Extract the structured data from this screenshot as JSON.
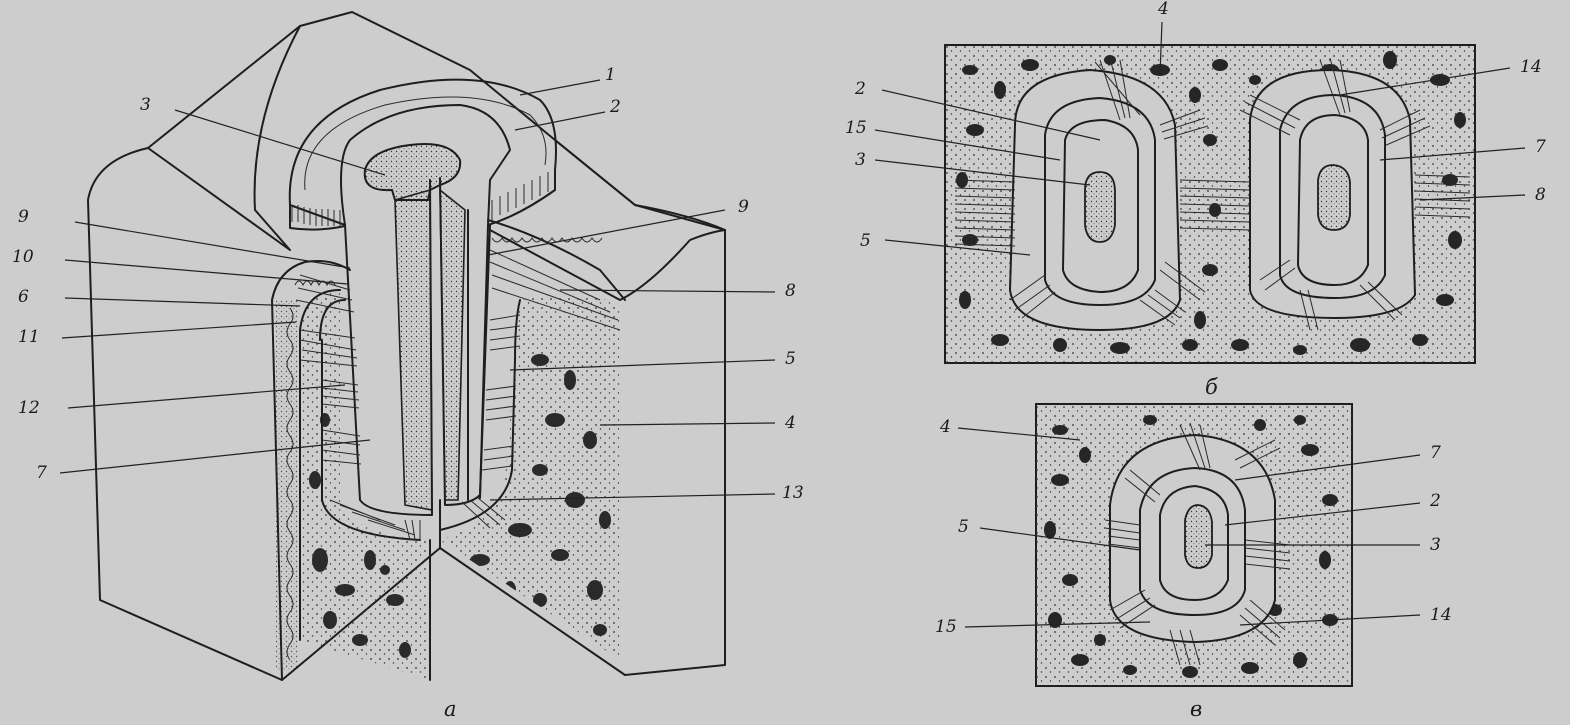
{
  "figure_a": {
    "caption": "а",
    "labels": [
      {
        "id": "a-1",
        "text": "1"
      },
      {
        "id": "a-2",
        "text": "2"
      },
      {
        "id": "a-3",
        "text": "3"
      },
      {
        "id": "a-9l",
        "text": "9"
      },
      {
        "id": "a-10",
        "text": "10"
      },
      {
        "id": "a-6",
        "text": "6"
      },
      {
        "id": "a-11",
        "text": "11"
      },
      {
        "id": "a-12",
        "text": "12"
      },
      {
        "id": "a-7",
        "text": "7"
      },
      {
        "id": "a-9r",
        "text": "9"
      },
      {
        "id": "a-8",
        "text": "8"
      },
      {
        "id": "a-5",
        "text": "5"
      },
      {
        "id": "a-4",
        "text": "4"
      },
      {
        "id": "a-13",
        "text": "13"
      }
    ]
  },
  "figure_b": {
    "caption": "б",
    "labels": [
      {
        "id": "b-4",
        "text": "4"
      },
      {
        "id": "b-14",
        "text": "14"
      },
      {
        "id": "b-2",
        "text": "2"
      },
      {
        "id": "b-15",
        "text": "15"
      },
      {
        "id": "b-3",
        "text": "3"
      },
      {
        "id": "b-5",
        "text": "5"
      },
      {
        "id": "b-7",
        "text": "7"
      },
      {
        "id": "b-8",
        "text": "8"
      }
    ]
  },
  "figure_c": {
    "caption": "в",
    "labels": [
      {
        "id": "c-4",
        "text": "4"
      },
      {
        "id": "c-7",
        "text": "7"
      },
      {
        "id": "c-2",
        "text": "2"
      },
      {
        "id": "c-5",
        "text": "5"
      },
      {
        "id": "c-3",
        "text": "3"
      },
      {
        "id": "c-15",
        "text": "15"
      },
      {
        "id": "c-14",
        "text": "14"
      }
    ]
  }
}
